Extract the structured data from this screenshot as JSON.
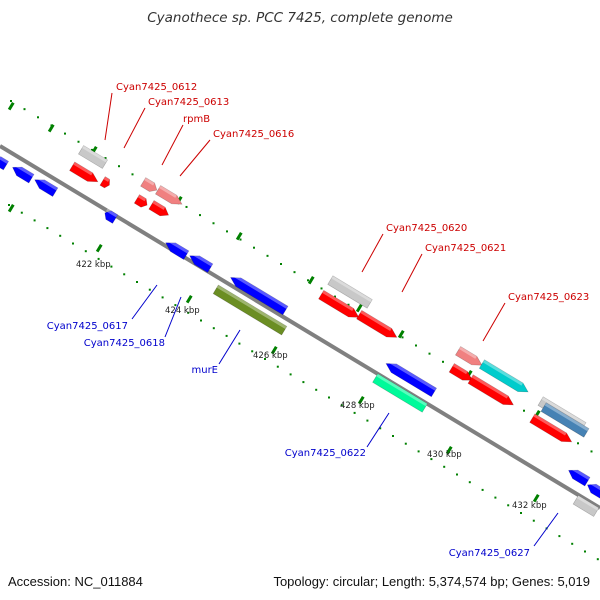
{
  "title": "Cyanothece sp. PCC 7425, complete genome",
  "footer": {
    "accession": "Accession: NC_011884",
    "summary": "Topology: circular; Length: 5,374,574 bp; Genes: 5,019"
  },
  "ticks": [
    "422 kbp",
    "424 kbp",
    "426 kbp",
    "428 kbp",
    "430 kbp",
    "432 kbp"
  ],
  "labels_forward": [
    "Cyan7425_0612",
    "Cyan7425_0613",
    "rpmB",
    "Cyan7425_0616",
    "Cyan7425_0620",
    "Cyan7425_0621",
    "Cyan7425_0623"
  ],
  "labels_reverse": [
    "Cyan7425_0617",
    "Cyan7425_0618",
    "murE",
    "Cyan7425_0622",
    "Cyan7425_0627"
  ],
  "colors": {
    "backbone": "#808080",
    "cds_forward": "#ff0000",
    "rrna_like": "#f08080",
    "gene_grey": "#c8c8c8",
    "cds_reverse": "#0000ff",
    "murE": "#6b8e23",
    "teal": "#00cccc",
    "green_teal": "#00fa9a",
    "steel": "#4682b4",
    "tick": "#008000",
    "label_forward": "#cc0000",
    "label_reverse": "#0000cc"
  }
}
